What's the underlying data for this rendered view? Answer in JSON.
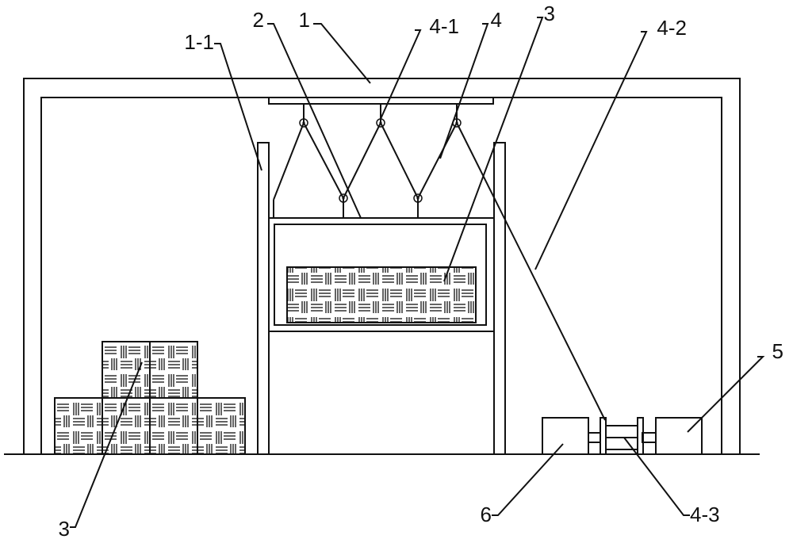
{
  "labels": {
    "frame": "1",
    "column": "1-1",
    "hanger": "2",
    "cargo_top": "3",
    "cargo_left": "3",
    "pulley": "4-1",
    "linkage": "4",
    "rope": "4-2",
    "winch": "4-3",
    "unit_right": "5",
    "unit_left": "6"
  },
  "colors": {
    "line": "#111111",
    "background": "#ffffff"
  }
}
